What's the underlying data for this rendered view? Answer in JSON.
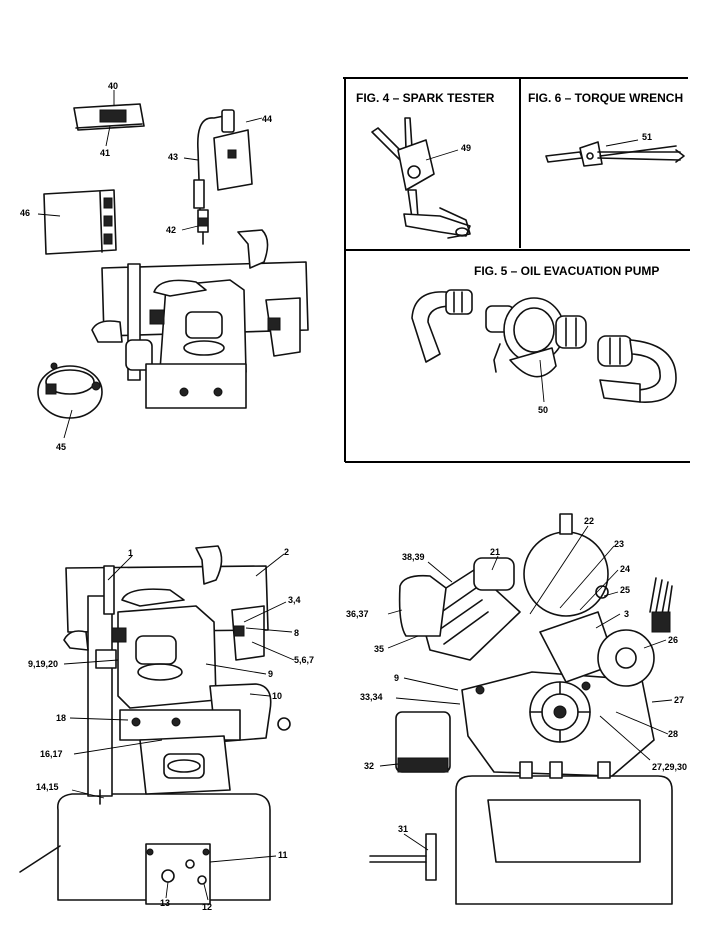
{
  "figures": {
    "fig4_title": "FIG. 4 – SPARK TESTER",
    "fig6_title": "FIG. 6 – TORQUE WRENCH",
    "fig5_title": "FIG. 5 – OIL EVACUATION PUMP"
  },
  "callouts": {
    "c1": "1",
    "c2": "2",
    "c3": "3",
    "c3_4": "3,4",
    "c5_6_7": "5,6,7",
    "c8": "8",
    "c9a": "9",
    "c9b": "9",
    "c9_19_20": "9,19,20",
    "c10": "10",
    "c11": "11",
    "c12": "12",
    "c13": "13",
    "c14_15": "14,15",
    "c16_17": "16,17",
    "c18": "18",
    "c21": "21",
    "c22": "22",
    "c23": "23",
    "c24": "24",
    "c25": "25",
    "c26": "26",
    "c27": "27",
    "c27_29_30": "27,29,30",
    "c28": "28",
    "c31": "31",
    "c32": "32",
    "c33_34": "33,34",
    "c35": "35",
    "c36_37": "36,37",
    "c38_39": "38,39",
    "c40": "40",
    "c41": "41",
    "c42": "42",
    "c43": "43",
    "c44": "44",
    "c45": "45",
    "c46": "46",
    "c49": "49",
    "c50": "50",
    "c51": "51"
  }
}
